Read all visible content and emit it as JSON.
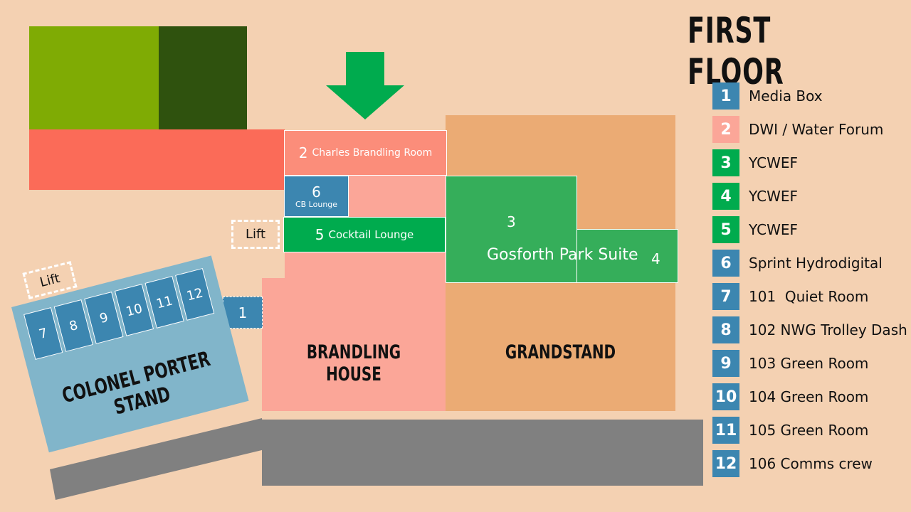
{
  "title": "FIRST FLOOR",
  "colors": {
    "background": "#f4d1b2",
    "blue": "#3c86b0",
    "pink": "#fba698",
    "green": "#00ab4e",
    "green_light": "#35ae5a",
    "orange": "#ebab74",
    "red": "#fb6b58",
    "olive": "#7fab04",
    "dark_green": "#2f520e",
    "grey": "#808080",
    "stand_blue": "#81b5ca"
  },
  "buildings": {
    "brandling_house": "BRANDLING HOUSE",
    "grandstand": "GRANDSTAND",
    "colonel_porter_stand": "COLONEL PORTER STAND"
  },
  "rooms": {
    "r1": {
      "num": "1"
    },
    "r2": {
      "num": "2",
      "name": "Charles Brandling Room"
    },
    "r3": {
      "num": "3",
      "name": "Gosforth Park Suite"
    },
    "r4": {
      "num": "4"
    },
    "r5": {
      "num": "5",
      "name": "Cocktail Lounge"
    },
    "r6": {
      "num": "6",
      "name": "CB Lounge"
    },
    "cps": [
      "7",
      "8",
      "9",
      "10",
      "11",
      "12"
    ]
  },
  "lifts": [
    "Lift",
    "Lift"
  ],
  "arrow": {
    "icon": "down-arrow-icon",
    "color": "#00ab4e"
  },
  "legend": [
    {
      "num": "1",
      "label": "Media Box",
      "color": "#3c86b0"
    },
    {
      "num": "2",
      "label": "DWI / Water Forum",
      "color": "#fba698"
    },
    {
      "num": "3",
      "label": "YCWEF",
      "color": "#00ab4e"
    },
    {
      "num": "4",
      "label": "YCWEF",
      "color": "#00ab4e"
    },
    {
      "num": "5",
      "label": "YCWEF",
      "color": "#00ab4e"
    },
    {
      "num": "6",
      "label": "Sprint Hydrodigital",
      "color": "#3c86b0"
    },
    {
      "num": "7",
      "label": "101  Quiet Room",
      "color": "#3c86b0"
    },
    {
      "num": "8",
      "label": "102 NWG Trolley Dash",
      "color": "#3c86b0"
    },
    {
      "num": "9",
      "label": "103 Green Room",
      "color": "#3c86b0"
    },
    {
      "num": "10",
      "label": "104 Green Room",
      "color": "#3c86b0"
    },
    {
      "num": "11",
      "label": "105 Green Room",
      "color": "#3c86b0"
    },
    {
      "num": "12",
      "label": "106 Comms crew",
      "color": "#3c86b0"
    }
  ]
}
